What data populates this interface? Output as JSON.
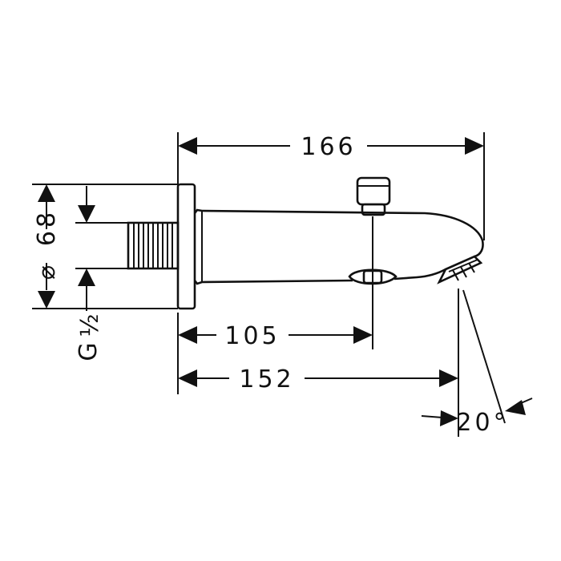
{
  "dimensions": {
    "overall_length": "166",
    "spout_to_diverter": "105",
    "spout_to_outlet": "152",
    "rosette_diameter": "68",
    "diameter_symbol": "⌀",
    "thread_letter": "G",
    "thread_fraction": "½",
    "outlet_angle": "20°"
  },
  "colors": {
    "line": "#111111",
    "background": "#ffffff"
  }
}
